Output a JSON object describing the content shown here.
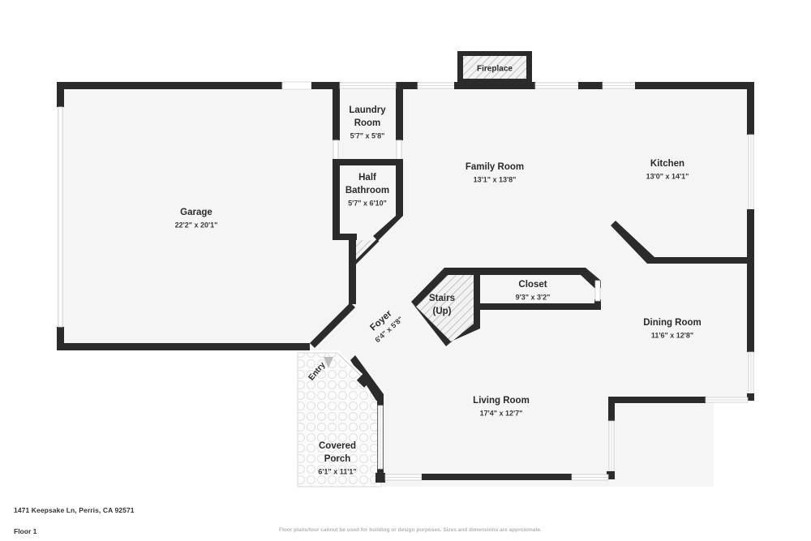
{
  "document": {
    "address": "1471 Keepsake Ln, Perris, CA 92571",
    "floor_label": "Floor 1",
    "disclaimer": "Floor plans/tour cannot be used for building or design purposes. Sizes and dimensions are approximate."
  },
  "style": {
    "wall_color": "#2b2b2b",
    "floor_fill": "#f5f5f5",
    "background": "#ffffff",
    "text_color": "#2b2b2b",
    "hatch_color": "#9a9a9a",
    "caption_color": "#333333",
    "disclaimer_color": "#b4b4b4"
  },
  "rooms": [
    {
      "id": "garage",
      "name": "Garage",
      "dimensions": "22'2\" x 20'1\""
    },
    {
      "id": "laundry",
      "name": "Laundry",
      "name2": "Room",
      "dimensions": "5'7\" x 5'8\""
    },
    {
      "id": "half-bathroom",
      "name": "Half",
      "name2": "Bathroom",
      "dimensions": "5'7\" x 6'10\""
    },
    {
      "id": "family-room",
      "name": "Family Room",
      "dimensions": "13'1\" x 13'8\""
    },
    {
      "id": "kitchen",
      "name": "Kitchen",
      "dimensions": "13'0\" x 14'1\""
    },
    {
      "id": "dining-room",
      "name": "Dining Room",
      "dimensions": "11'6\" x 12'8\""
    },
    {
      "id": "living-room",
      "name": "Living Room",
      "dimensions": "17'4\" x 12'7\""
    },
    {
      "id": "closet",
      "name": "Closet",
      "dimensions": "9'3\" x 3'2\""
    },
    {
      "id": "stairs",
      "name": "Stairs",
      "name2": "(Up)",
      "dimensions": ""
    },
    {
      "id": "foyer",
      "name": "Foyer",
      "dimensions": "6'4\" x 5'8\""
    },
    {
      "id": "covered-porch",
      "name": "Covered",
      "name2": "Porch",
      "dimensions": "6'1\" x 11'1\""
    }
  ],
  "features": [
    {
      "id": "fireplace",
      "name": "Fireplace"
    },
    {
      "id": "entry",
      "name": "Entry"
    }
  ]
}
